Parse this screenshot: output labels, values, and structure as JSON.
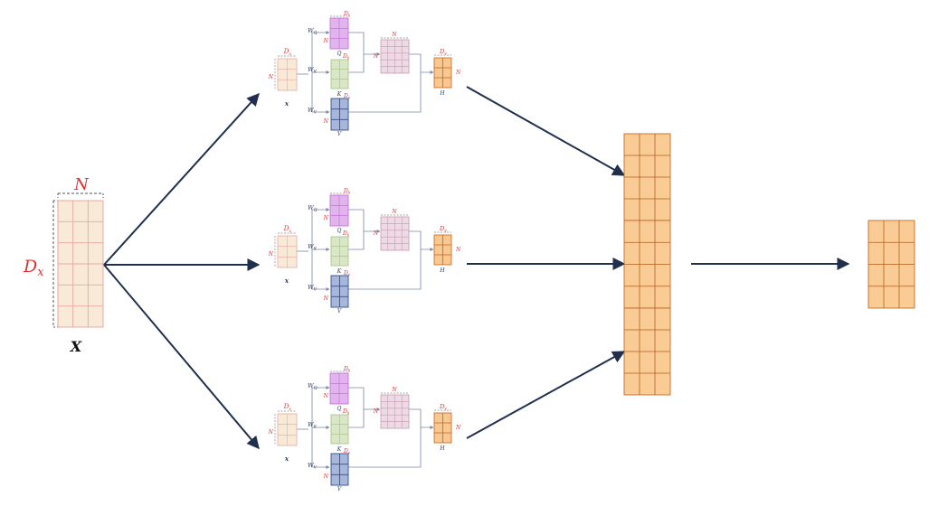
{
  "colors": {
    "arrow": "#1f2f4d",
    "red": "#e03030",
    "navy": "#2d3f66",
    "input_fill": "#f8ead6",
    "input_line": "#e6a8a0",
    "q_fill": "#e2b4ee",
    "q_line": "#c06ad0",
    "k_fill": "#d9e7c6",
    "k_line": "#a6bf86",
    "v_fill": "#a7b6db",
    "v_line": "#3c4f86",
    "attn_fill": "#ecdbe4",
    "attn_line": "#c79aaf",
    "head_fill": "#f8c892",
    "head_line": "#c4651c",
    "concat_fill": "#f9cc96",
    "concat_line": "#b45e1c",
    "connector": "#7b86a8"
  },
  "input": {
    "col_label": "N",
    "row_label": "D",
    "row_label_sub": "x",
    "name": "X"
  },
  "heads": [
    {
      "in_dim": "D",
      "in_dim_sub": "x",
      "n": "N",
      "in_name": "x",
      "w1": "W",
      "w1_sub": "Q",
      "w2": "W",
      "w2_sub": "K",
      "w3": "W",
      "w3_sub": "V",
      "q_dim": "D",
      "q_dim_sub": "k",
      "q_n": "N",
      "q_name": "Q",
      "k_dim": "D",
      "k_dim_sub": "k",
      "k_name": "K",
      "v_dim": "D",
      "v_dim_sub": "v",
      "v_n": "N",
      "v_name": "V",
      "attn_n_top": "N",
      "attn_n_left": "N",
      "out_dim": "D",
      "out_dim_sub": "v",
      "out_n": "N",
      "out_name": "H"
    },
    {
      "in_dim": "D",
      "in_dim_sub": "x",
      "n": "N",
      "in_name": "x",
      "w1": "W",
      "w1_sub": "Q",
      "w2": "W",
      "w2_sub": "K",
      "w3": "W",
      "w3_sub": "V",
      "q_dim": "D",
      "q_dim_sub": "k",
      "q_n": "N",
      "q_name": "Q",
      "k_dim": "D",
      "k_dim_sub": "k",
      "k_name": "K",
      "v_dim": "D",
      "v_dim_sub": "v",
      "v_n": "N",
      "v_name": "V",
      "attn_n_top": "N",
      "attn_n_left": "N",
      "out_dim": "D",
      "out_dim_sub": "v",
      "out_n": "N",
      "out_name": "H"
    },
    {
      "in_dim": "D",
      "in_dim_sub": "x",
      "n": "N",
      "in_name": "x",
      "w1": "W",
      "w1_sub": "Q",
      "w2": "W",
      "w2_sub": "K",
      "w3": "W",
      "w3_sub": "V",
      "q_dim": "D",
      "q_dim_sub": "k",
      "q_n": "N",
      "q_name": "Q",
      "k_dim": "D",
      "k_dim_sub": "k",
      "k_name": "K",
      "v_dim": "D",
      "v_dim_sub": "v",
      "v_n": "N",
      "v_name": "V",
      "attn_n_top": "N",
      "attn_n_left": "N",
      "out_dim": "D",
      "out_dim_sub": "v",
      "out_n": "N",
      "out_name": "H"
    }
  ]
}
